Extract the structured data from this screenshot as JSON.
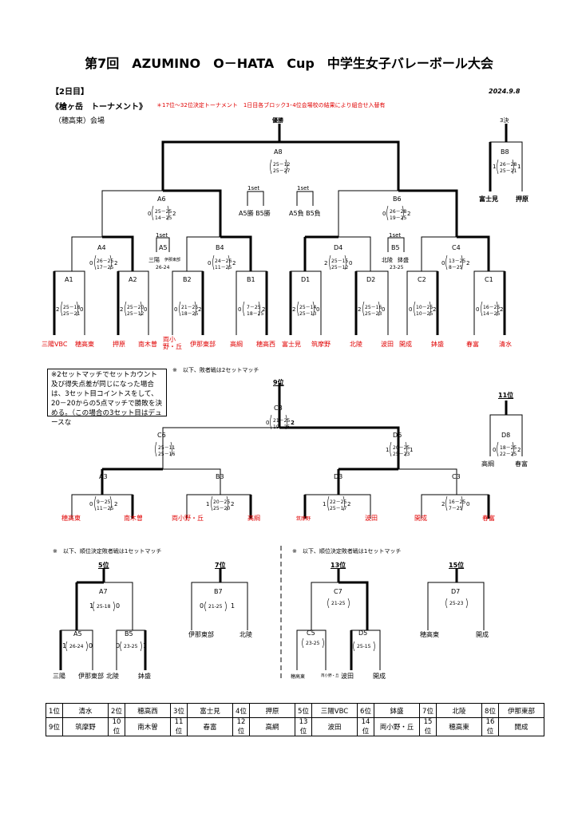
{
  "title": "第7回　AZUMINO　O－HATA　Cup　中学生女子バレーボール大会",
  "day": "【2日目】",
  "date": "2024.9.8",
  "tournament_name": "《槍ヶ岳　トーナメント》",
  "tournament_note": "＊17位～32位決定トーナメント　1日目各ブロック3･4位会場校の結果により組合せ入替有",
  "venue": "（穂高東）会場",
  "labels": {
    "champion": "優勝",
    "third": "3決",
    "ninth": "9位",
    "eleventh": "11位",
    "fifth": "5位",
    "seventh": "7位",
    "thirteenth": "13位",
    "fifteenth": "15位",
    "oneset": "1set"
  },
  "footnote_loser": "※　以下、敗者戦は2セットマッチ",
  "footnote_left": "※　以下、順位決定敗者戦は1セットマッチ",
  "footnote_right": "※　以下、順位決定敗者戦は1セットマッチ",
  "note_box": "※2セットマッチでセットカウント及び得失点差が同じになった場合は、3セット目コイントスをして、20－20からの5点マッチで勝敗を決める。（この場合の3セット目はデュースな",
  "teams_main": [
    "三陽VBC",
    "穂高東",
    "押原",
    "南木曽",
    "両小野・丘",
    "伊那東部",
    "高綱",
    "穂高西",
    "富士見",
    "筑摩野",
    "北陵",
    "波田",
    "開成",
    "鉢盛",
    "春富",
    "清水"
  ],
  "third_teams": [
    "富士見",
    "押原"
  ],
  "loser_teams": [
    "穂高東",
    "南木曽",
    "両小野・丘",
    "高綱",
    "筑摩野",
    "波田",
    "開成",
    "春富"
  ],
  "d8_teams": [
    "高綱",
    "春富"
  ],
  "lower_left_teams": [
    "三陽",
    "伊那東部",
    "北陵",
    "鉢盛"
  ],
  "b7_teams": [
    "伊那東部",
    "北陵"
  ],
  "lower_right_teams": [
    "穂高東",
    "両小野・丘",
    "波田",
    "開成"
  ],
  "d7_teams": [
    "穂高東",
    "開成"
  ],
  "matches": {
    "A8": {
      "sets": [
        "25－12",
        "25－27"
      ]
    },
    "B8": {
      "sets": [
        "26－28",
        "25－21"
      ],
      "left": "1",
      "right": "1"
    },
    "A6": {
      "sets": [
        "25－25",
        "14－25"
      ],
      "left": "0",
      "right": "2"
    },
    "B6": {
      "sets": [
        "26－28",
        "19－25"
      ],
      "left": "0",
      "right": "2"
    },
    "A4": {
      "sets": [
        "26－25",
        "17－25"
      ],
      "left": "0",
      "right": "2"
    },
    "B4": {
      "sets": [
        "24－26",
        "11－25"
      ],
      "left": "0",
      "right": "2"
    },
    "D4": {
      "sets": [
        "25－15",
        "25－12"
      ],
      "left": "2",
      "right": "0"
    },
    "C4": {
      "sets": [
        "13－25",
        "8－25"
      ],
      "left": "0",
      "right": "2"
    },
    "A5": {
      "top": "三陽",
      "top2": "伊那東部",
      "score": "26-24"
    },
    "B5": {
      "top": "北陵",
      "top2": "鉢盛",
      "score": "23-25"
    },
    "A5B5w": "A5勝 B5勝",
    "A5B5l": "A5負 B5負",
    "A1": {
      "sets": [
        "25－18",
        "25－21"
      ],
      "left": "2",
      "right": "0"
    },
    "A2": {
      "sets": [
        "25－20",
        "25－12"
      ],
      "left": "2",
      "right": "0"
    },
    "B2": {
      "sets": [
        "21－25",
        "18－25"
      ],
      "left": "0",
      "right": "2"
    },
    "B1": {
      "sets": [
        "7－25",
        "18－25"
      ],
      "left": "0",
      "right": "2"
    },
    "D1": {
      "sets": [
        "25－14",
        "25－13"
      ],
      "left": "2",
      "right": "0"
    },
    "D2": {
      "sets": [
        "25－16",
        "25－23"
      ],
      "left": "2",
      "right": "0"
    },
    "C2": {
      "sets": [
        "10－25",
        "10－25"
      ],
      "left": "0",
      "right": "2"
    },
    "C1": {
      "sets": [
        "16－25",
        "14－25"
      ],
      "left": "0",
      "right": "2"
    },
    "C8": {
      "sets": [
        "21－25",
        "19－25"
      ],
      "left": "0",
      "right": "2"
    },
    "C6": {
      "sets": [
        "25－11",
        "25－16"
      ]
    },
    "D6": {
      "sets": [
        "20－25",
        "25－23"
      ],
      "left": "1",
      "right": "1"
    },
    "D8": {
      "sets": [
        "18－25",
        "22－25"
      ],
      "left": "0",
      "right": "2"
    },
    "A3": {
      "sets": [
        "9－25",
        "11－25"
      ],
      "left": "0",
      "right": "2"
    },
    "B3": {
      "sets": [
        "20－25",
        "25－20"
      ],
      "left": "1",
      "right": "2"
    },
    "D3": {
      "sets": [
        "22－25",
        "25－17"
      ],
      "left": "1",
      "right": "2"
    },
    "C3": {
      "sets": [
        "16－25",
        "7－25"
      ],
      "left": "2",
      "right": "0"
    },
    "A7": {
      "score": "25-18",
      "left": "1",
      "right": "0"
    },
    "A5L": {
      "score": "26-24",
      "left": "1",
      "right": "0"
    },
    "B5L": {
      "score": "23-25",
      "left": "0",
      "right": "1"
    },
    "B7": {
      "score": "21-25",
      "left": "0",
      "right": "1"
    },
    "C7": {
      "score": "21-25"
    },
    "C5": {
      "score": "23-25"
    },
    "D5": {
      "score": "25-15"
    },
    "D7": {
      "score": "25-23"
    }
  },
  "rankings": [
    [
      {
        "p": "1位",
        "t": "清水"
      },
      {
        "p": "2位",
        "t": "穂高西"
      },
      {
        "p": "3位",
        "t": "富士見"
      },
      {
        "p": "4位",
        "t": "押原"
      },
      {
        "p": "5位",
        "t": "三陽VBC"
      },
      {
        "p": "6位",
        "t": "鉢盛"
      },
      {
        "p": "7位",
        "t": "北陵"
      },
      {
        "p": "8位",
        "t": "伊那東部"
      }
    ],
    [
      {
        "p": "9位",
        "t": "筑摩野"
      },
      {
        "p": "10位",
        "t": "南木曽"
      },
      {
        "p": "11位",
        "t": "春富"
      },
      {
        "p": "12位",
        "t": "高綱"
      },
      {
        "p": "13位",
        "t": "波田"
      },
      {
        "p": "14位",
        "t": "両小野・丘"
      },
      {
        "p": "15位",
        "t": "穂高東"
      },
      {
        "p": "16位",
        "t": "開成"
      }
    ]
  ]
}
